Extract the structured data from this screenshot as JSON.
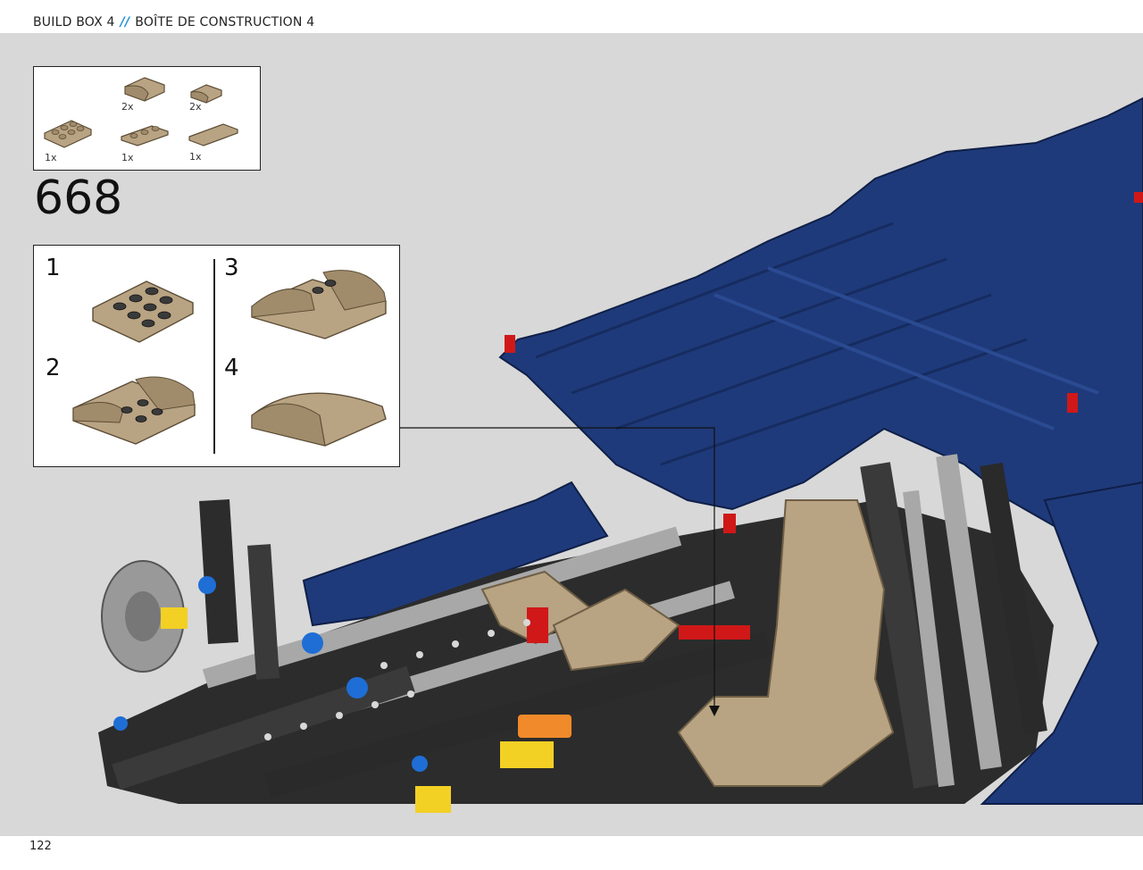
{
  "header": {
    "left_title": "BUILD BOX 4",
    "separator": "//",
    "right_title": "BOÎTE DE CONSTRUCTION 4"
  },
  "page_number": "122",
  "step_number": "668",
  "parts_list": [
    {
      "name": "tan-curved-slope-2x2",
      "quantity": "2x"
    },
    {
      "name": "tan-curved-slope-1x2",
      "quantity": "2x"
    },
    {
      "name": "tan-plate-2x3",
      "quantity": "1x"
    },
    {
      "name": "tan-plate-1x3",
      "quantity": "1x"
    },
    {
      "name": "tan-tile-1x4",
      "quantity": "1x"
    }
  ],
  "substeps": [
    "1",
    "2",
    "3",
    "4"
  ],
  "colors": {
    "tan": "#b8a383",
    "dark_blue": "#1f3a7a",
    "black": "#2a2a2a",
    "light_gray": "#a8a8a8",
    "canvas_bg": "#d8d8d8",
    "accent_blue": "#1e90d6"
  }
}
